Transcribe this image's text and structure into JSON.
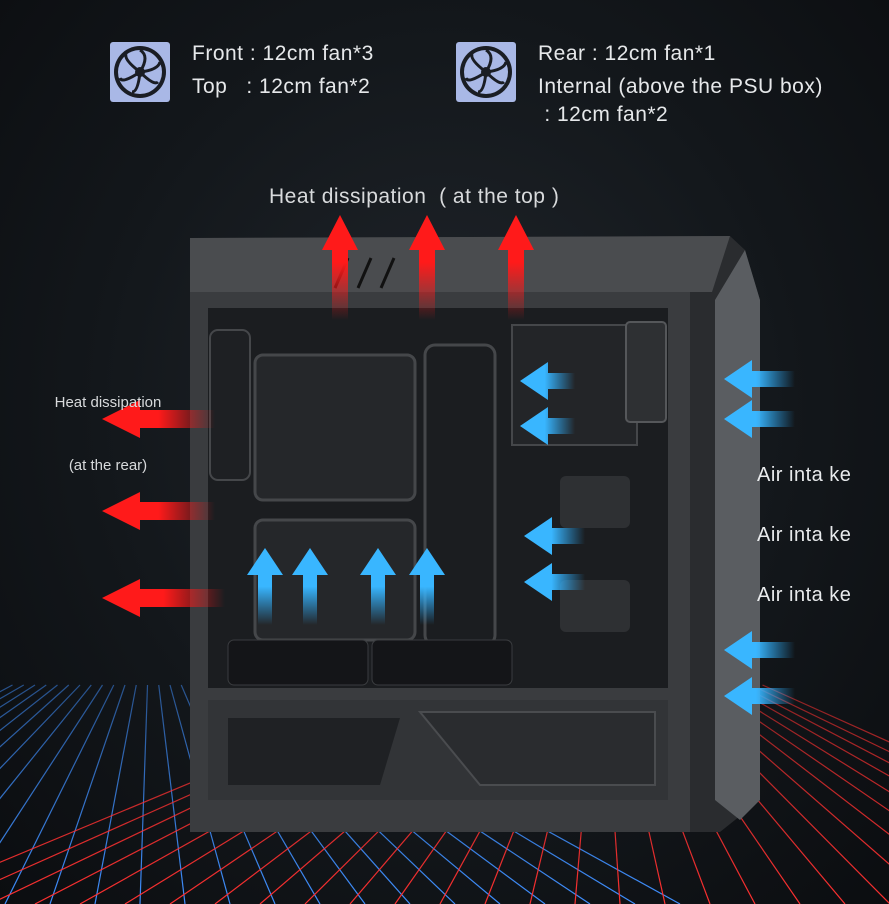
{
  "specs": {
    "left": {
      "icon": "fan-icon",
      "line1": "Front : 12cm fan*3",
      "line2": "Top   : 12cm fan*2"
    },
    "right": {
      "icon": "fan-icon",
      "line1": "Rear : 12cm fan*1",
      "line2": "Internal (above the PSU box)",
      "line3": " : 12cm fan*2"
    }
  },
  "labels": {
    "top_heat": "Heat dissipation  ( at the top )",
    "rear_heat_line1": "Heat dissipation",
    "rear_heat_line2": "(at the rear)",
    "air_intake": [
      "Air inta ke",
      "Air inta ke",
      "Air inta ke"
    ]
  },
  "colors": {
    "exhaust": "#ff1a1a",
    "intake": "#2aaeff",
    "icon_bg": "#a9b8e6",
    "grid_left": "#3f8fff",
    "grid_right": "#ff3030"
  }
}
